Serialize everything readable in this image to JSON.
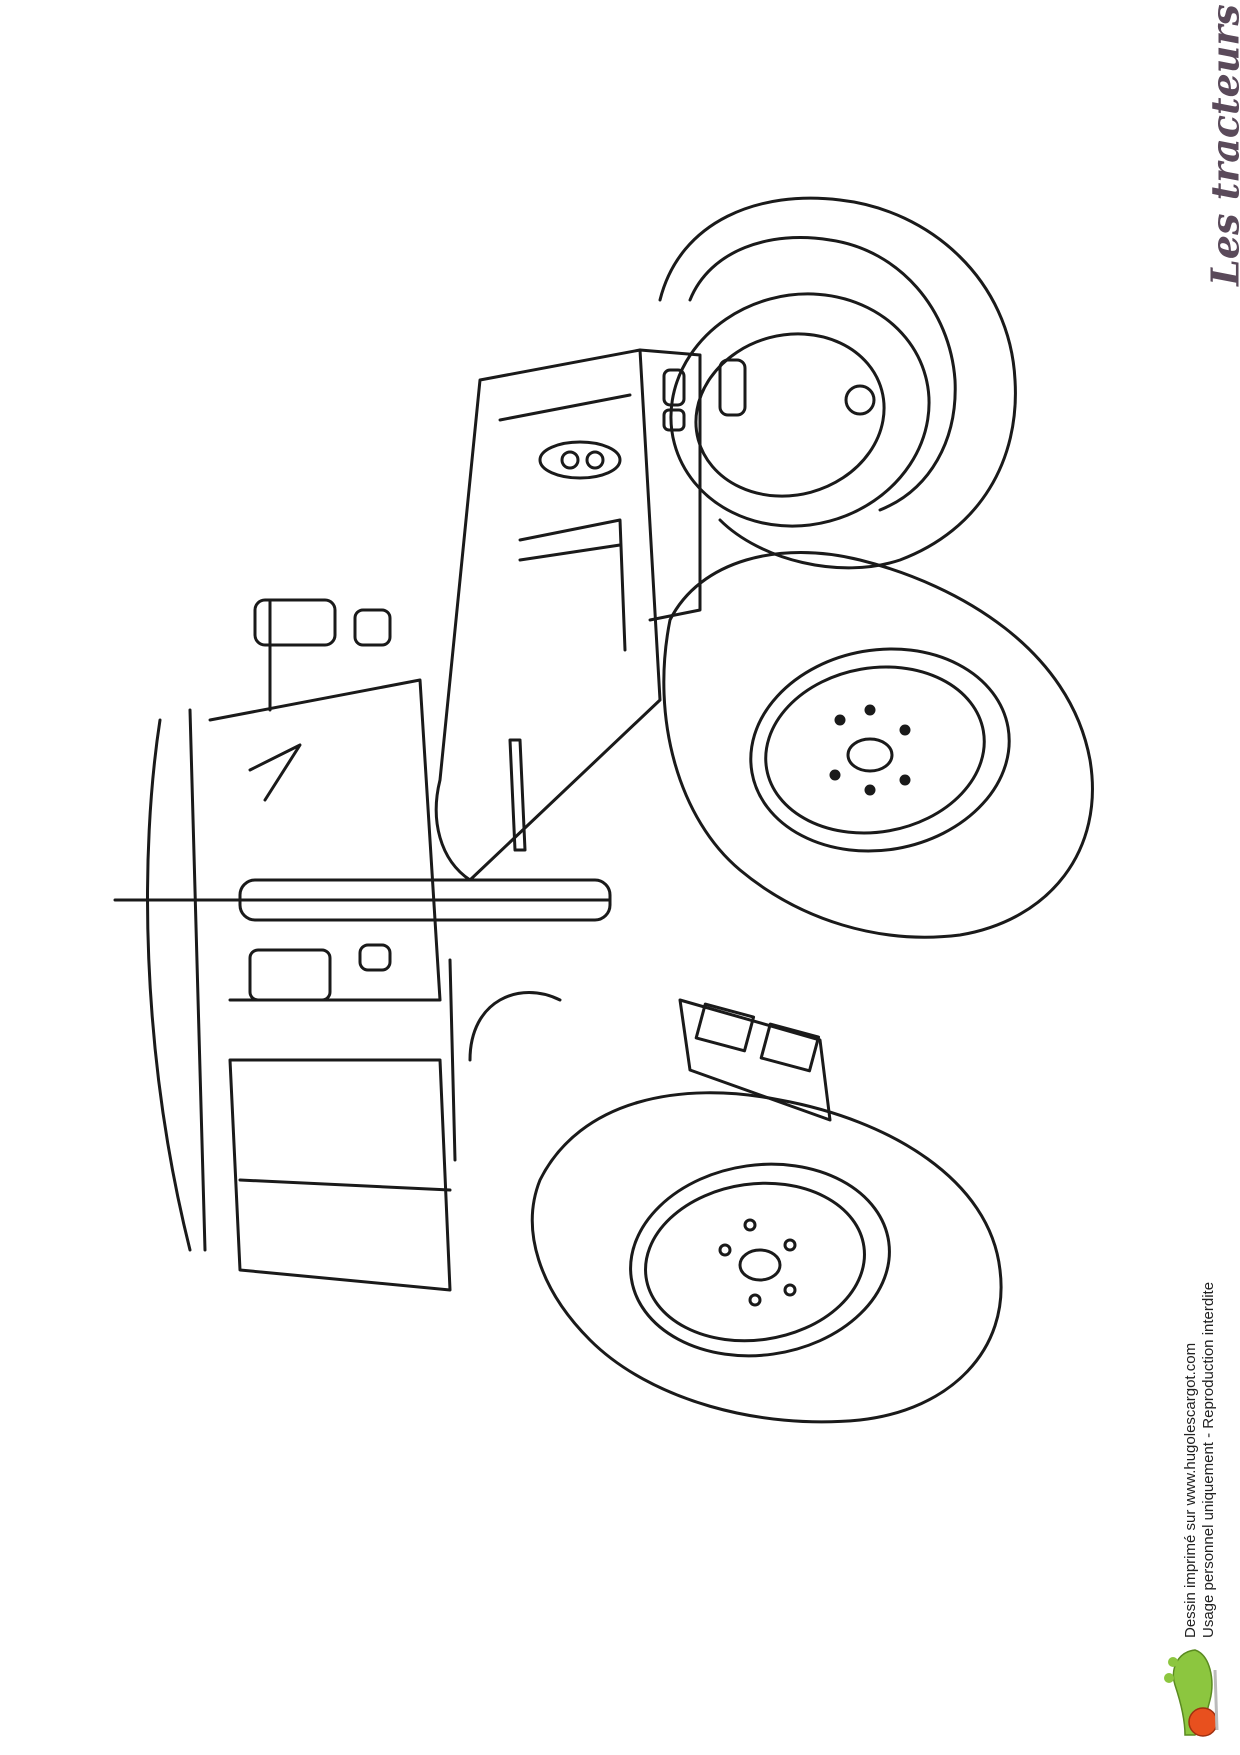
{
  "page": {
    "title": "Les tracteurs",
    "subject": "tractor coloring page",
    "footer": {
      "line1": "Dessin imprimé sur www.hugolescargot.com",
      "line2": "Usage personnel uniquement - Reproduction interdite"
    },
    "logo": "snail-logo",
    "colors": {
      "title": "#5a4a5a",
      "line_art": "#1a1a1a",
      "snail_body": "#8cc63f",
      "snail_shell": "#e8501e"
    }
  }
}
